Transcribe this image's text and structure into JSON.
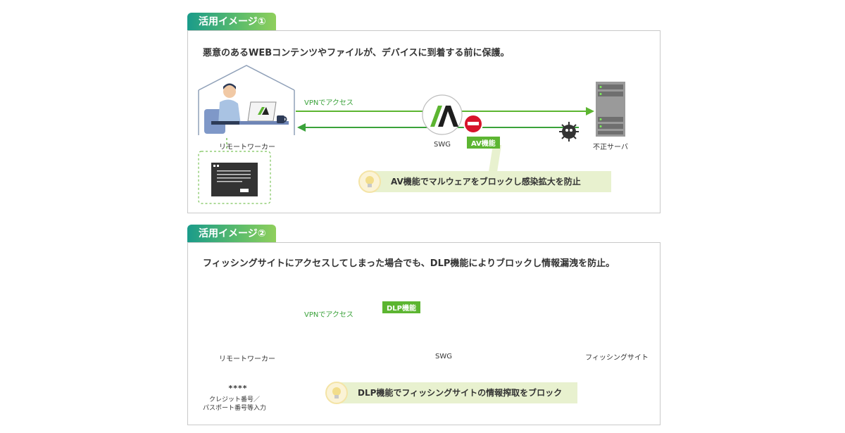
{
  "usecase1": {
    "tab_label": "活用イメージ①",
    "description": "悪意のあるWEBコンテンツやファイルが、デバイスに到着する前に保護。",
    "vpn_label": "VPNでアクセス",
    "worker_label": "リモートワーカー",
    "swg_label": "SWG",
    "feature_tag": "AV機能",
    "server_label": "不正サーバ",
    "callout": "AV機能でマルウェアをブロックし感染拡大を防止"
  },
  "usecase2": {
    "tab_label": "活用イメージ②",
    "description": "フィッシングサイトにアクセスしてしまった場合でも、DLP機能によりブロックし情報漏洩を防止。",
    "vpn_label": "VPNでアクセス",
    "worker_label": "リモートワーカー",
    "swg_label": "SWG",
    "feature_tag": "DLP機能",
    "site_label": "フィッシングサイト",
    "data_label_line1": "クレジット番号／",
    "data_label_line2": "パスポート番号等入力",
    "masked_text": "****",
    "callout": "DLP機能でフィッシングサイトの情報搾取をブロック"
  },
  "colors": {
    "accent_green": "#5cb531",
    "teal": "#1a9b8a",
    "block_red": "#d7142b",
    "callout_bg": "#e8f1cf"
  },
  "icons": [
    "house-icon",
    "person-icon",
    "laptop-icon",
    "mug-icon",
    "swg-logo-icon",
    "block-icon",
    "virus-icon",
    "server-icon",
    "bulb-icon",
    "browser-icon",
    "card-icon",
    "shield-icon",
    "phishing-site-icon"
  ]
}
